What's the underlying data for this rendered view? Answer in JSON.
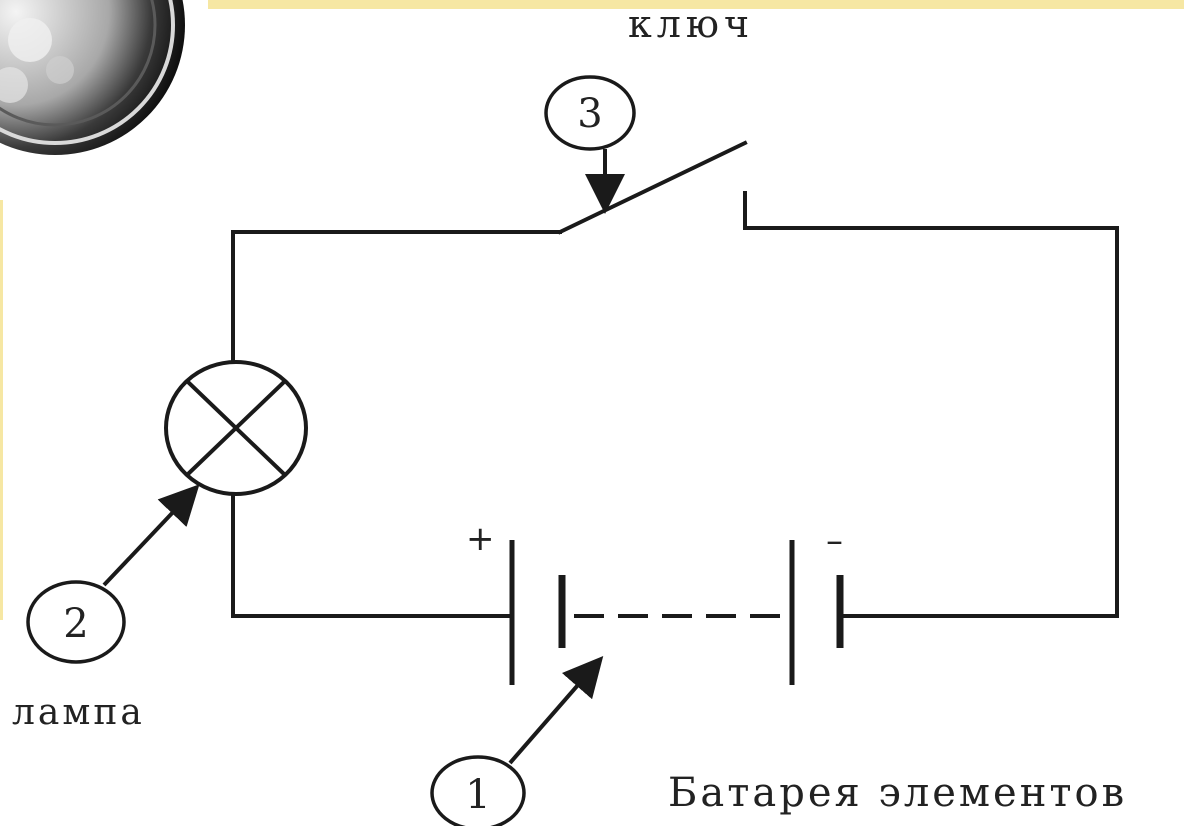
{
  "labels": {
    "key": "ключ",
    "lamp": "лампа",
    "battery": "Батарея элементов"
  },
  "markers": {
    "battery_number": "1",
    "lamp_number": "2",
    "key_number": "3"
  },
  "polarity": {
    "plus": "+",
    "minus": "–"
  },
  "colors": {
    "banner": "#f6e7a3",
    "line": "#1a1a1a"
  }
}
